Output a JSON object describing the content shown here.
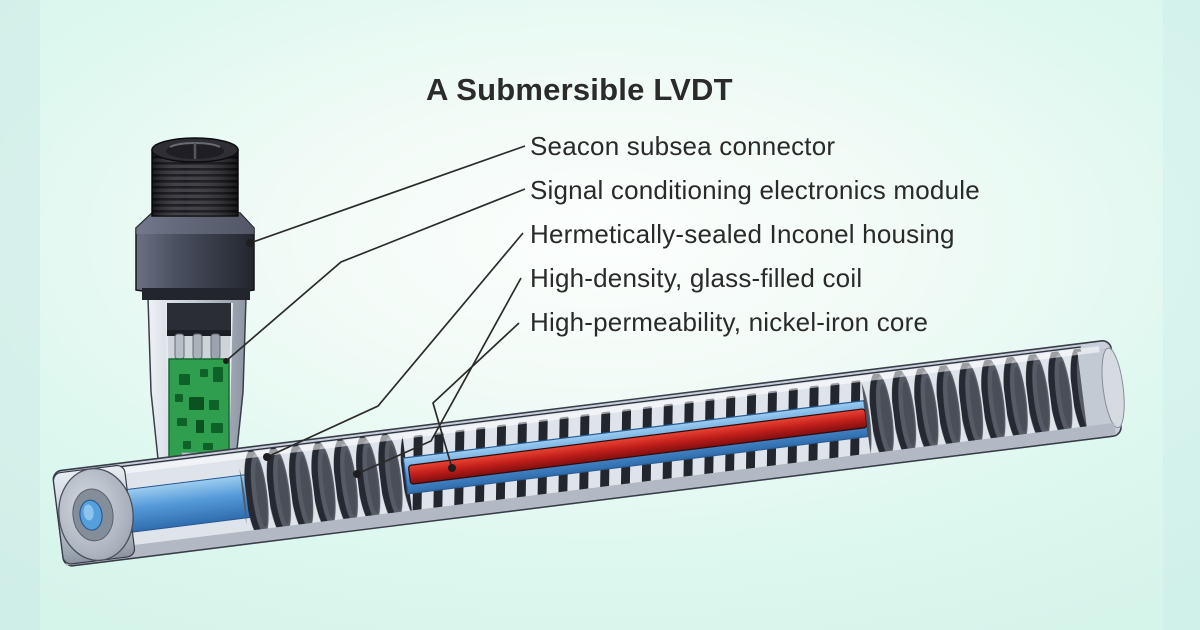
{
  "figure": {
    "title": "A Submersible LVDT",
    "labels": [
      "Seacon subsea connector",
      "Signal conditioning electronics module",
      "Hermetically-sealed Inconel housing",
      "High-density, glass-filled coil",
      "High-permeability, nickel-iron core"
    ],
    "colors": {
      "background_tint": "#d9f6ee",
      "housing_gray": "#c6cdd9",
      "coil_disc_dark": "#2b2e36",
      "coil_form_blue": "#5a9bd8",
      "core_red": "#c22020",
      "pcb_green": "#2f9e4e",
      "connector_black": "#26262c",
      "label_text": "#2a2a2a",
      "leader_line": "#2b2b2b"
    }
  }
}
